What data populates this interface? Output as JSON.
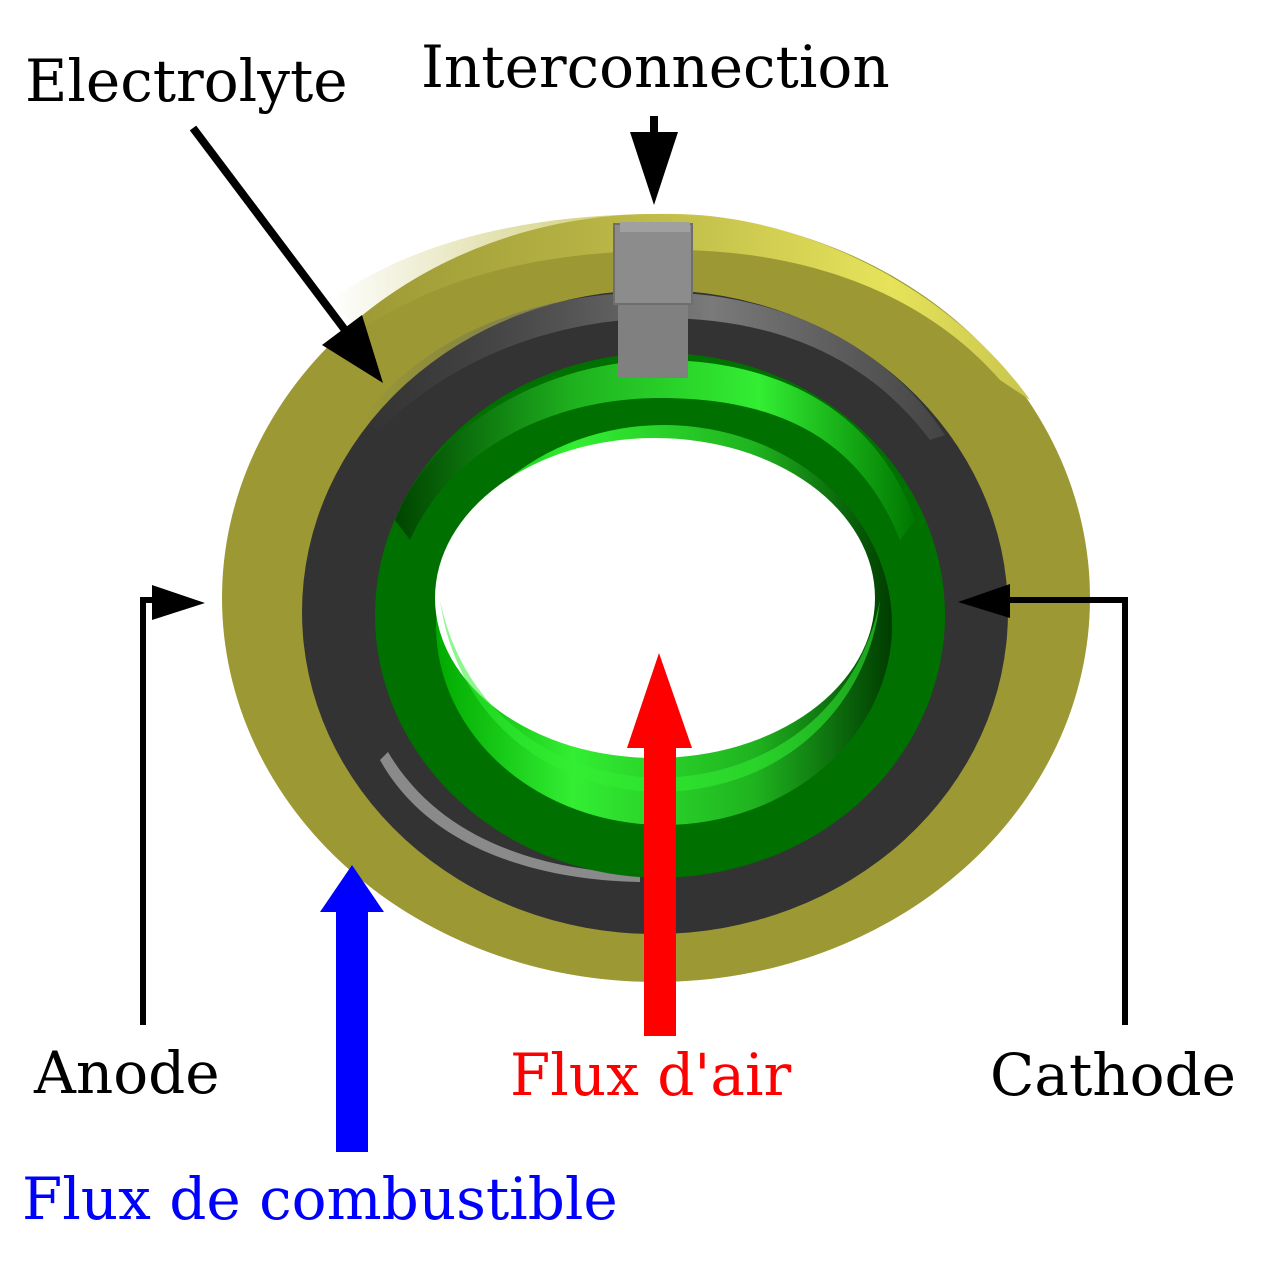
{
  "labels": {
    "electrolyte": "Electrolyte",
    "interconnection": "Interconnection",
    "anode": "Anode",
    "cathode": "Cathode",
    "air_flow": "Flux d'air",
    "fuel_flow": "Flux de combustible"
  },
  "colors": {
    "anode": "#9c9935",
    "anode_highlight": "#e6e35a",
    "electrolyte": "#333333",
    "electrolyte_edge": "#8a8a8a",
    "cathode": "#007000",
    "cathode_highlight": "#33ee33",
    "interconnection": "#808080",
    "air_flow": "#ff0000",
    "fuel_flow": "#0000ff",
    "text": "#000000"
  }
}
